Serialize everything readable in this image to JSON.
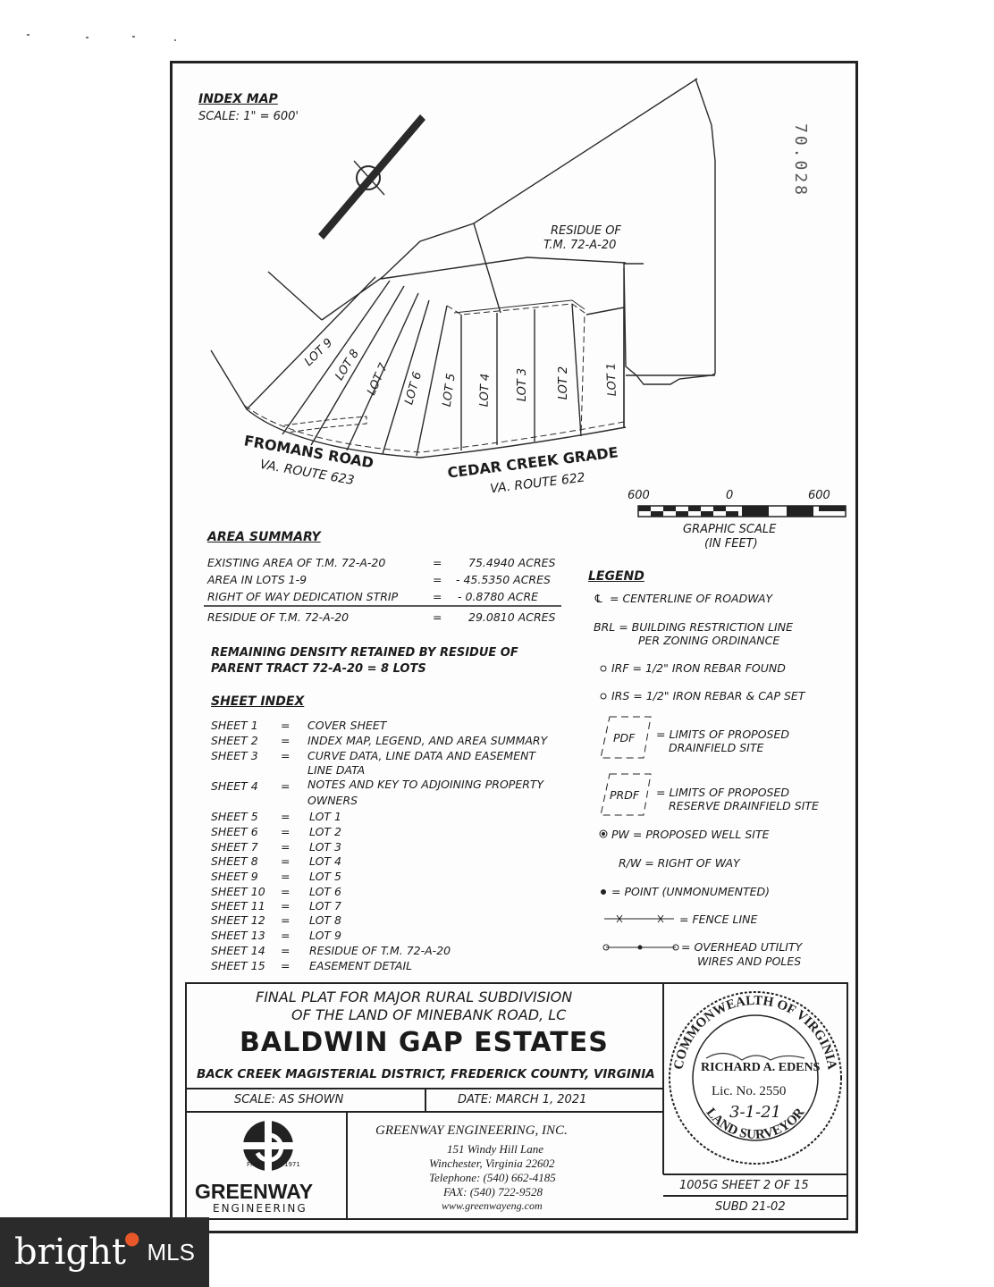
{
  "stamp": "70.028",
  "index_map": {
    "title": "INDEX MAP",
    "scale": "SCALE:  1\" = 600'",
    "residue_label_1": "RESIDUE OF",
    "residue_label_2": "T.M. 72-A-20",
    "lots": [
      "LOT 9",
      "LOT 8",
      "LOT 7",
      "LOT 6",
      "LOT 5",
      "LOT 4",
      "LOT 3",
      "LOT 2",
      "LOT 1"
    ],
    "road1_name": "FROMANS ROAD",
    "road1_route": "VA. ROUTE 623",
    "road2_name": "CEDAR CREEK GRADE",
    "road2_route": "VA. ROUTE 622",
    "graphic_scale": {
      "left": "600",
      "center": "0",
      "right": "600",
      "label1": "GRAPHIC SCALE",
      "label2": "(IN FEET)"
    }
  },
  "area_summary": {
    "title": "AREA SUMMARY",
    "rows": [
      {
        "label": "EXISTING AREA OF T.M. 72-A-20",
        "op": "=",
        "value": "75.4940 ACRES"
      },
      {
        "label": "AREA IN LOTS 1-9",
        "op": "=",
        "value": "- 45.5350 ACRES"
      },
      {
        "label": "RIGHT OF WAY DEDICATION STRIP",
        "op": "=",
        "value": "- 0.8780 ACRE"
      },
      {
        "label": "RESIDUE OF T.M. 72-A-20",
        "op": "=",
        "value": "29.0810 ACRES"
      }
    ],
    "density_1": "REMAINING DENSITY RETAINED BY RESIDUE OF",
    "density_2": "PARENT TRACT 72-A-20 = 8 LOTS"
  },
  "sheet_index": {
    "title": "SHEET INDEX",
    "rows": [
      {
        "sheet": "SHEET 1",
        "desc": "COVER SHEET"
      },
      {
        "sheet": "SHEET 2",
        "desc": "INDEX MAP, LEGEND, AND AREA SUMMARY"
      },
      {
        "sheet": "SHEET 3",
        "desc": "CURVE DATA, LINE DATA AND EASEMENT",
        "desc2": "LINE DATA"
      },
      {
        "sheet": "SHEET 4",
        "desc": "NOTES AND KEY TO ADJOINING PROPERTY",
        "desc2": "OWNERS"
      },
      {
        "sheet": "SHEET 5",
        "desc": "LOT 1"
      },
      {
        "sheet": "SHEET 6",
        "desc": "LOT 2"
      },
      {
        "sheet": "SHEET 7",
        "desc": "LOT 3"
      },
      {
        "sheet": "SHEET 8",
        "desc": "LOT 4"
      },
      {
        "sheet": "SHEET 9",
        "desc": "LOT 5"
      },
      {
        "sheet": "SHEET 10",
        "desc": "LOT 6"
      },
      {
        "sheet": "SHEET 11",
        "desc": "LOT 7"
      },
      {
        "sheet": "SHEET 12",
        "desc": "LOT 8"
      },
      {
        "sheet": "SHEET 13",
        "desc": "LOT 9"
      },
      {
        "sheet": "SHEET 14",
        "desc": "RESIDUE OF T.M. 72-A-20"
      },
      {
        "sheet": "SHEET 15",
        "desc": "EASEMENT DETAIL"
      }
    ]
  },
  "legend": {
    "title": "LEGEND",
    "centerline": "= CENTERLINE OF ROADWAY",
    "brl_1": "BRL = BUILDING RESTRICTION LINE",
    "brl_2": "PER ZONING ORDINANCE",
    "irf": "IRF = 1/2\" IRON REBAR FOUND",
    "irs": "IRS = 1/2\" IRON REBAR & CAP SET",
    "pdf_box": "PDF",
    "pdf_1": "= LIMITS OF PROPOSED",
    "pdf_2": "DRAINFIELD SITE",
    "prdf_box": "PRDF",
    "prdf_1": "= LIMITS OF PROPOSED",
    "prdf_2": "RESERVE DRAINFIELD SITE",
    "pw": "PW = PROPOSED WELL SITE",
    "rw": "R/W = RIGHT OF WAY",
    "point": "= POINT (UNMONUMENTED)",
    "fence": "= FENCE LINE",
    "overhead_1": "= OVERHEAD UTILITY",
    "overhead_2": "WIRES AND POLES"
  },
  "title_block": {
    "line1": "FINAL PLAT FOR MAJOR RURAL SUBDIVISION",
    "line2": "OF THE LAND OF MINEBANK ROAD, LC",
    "name": "BALDWIN GAP ESTATES",
    "district": "BACK CREEK MAGISTERIAL DISTRICT, FREDERICK COUNTY, VIRGINIA",
    "scale": "SCALE:   AS SHOWN",
    "date": "DATE:   MARCH 1, 2021",
    "firm": "GREENWAY ENGINEERING, INC.",
    "addr1": "151 Windy Hill Lane",
    "addr2": "Winchester, Virginia 22602",
    "phone": "Telephone: (540) 662-4185",
    "fax": "FAX: (540) 722-9528",
    "web": "www.greenwayeng.com",
    "logo_fnd": "FND",
    "logo_year": "1971",
    "logo_name": "GREENWAY",
    "logo_sub": "ENGINEERING",
    "sheet": "1005G   SHEET 2  OF 15",
    "subd": "SUBD  21-02"
  },
  "seal": {
    "top": "COMMONWEALTH OF VIRGINIA",
    "name": "RICHARD A. EDENS",
    "lic": "Lic. No. 2550",
    "date": "3-1-21",
    "bottom": "LAND SURVEYOR"
  },
  "watermark": {
    "brand": "bright",
    "mls": "MLS"
  }
}
